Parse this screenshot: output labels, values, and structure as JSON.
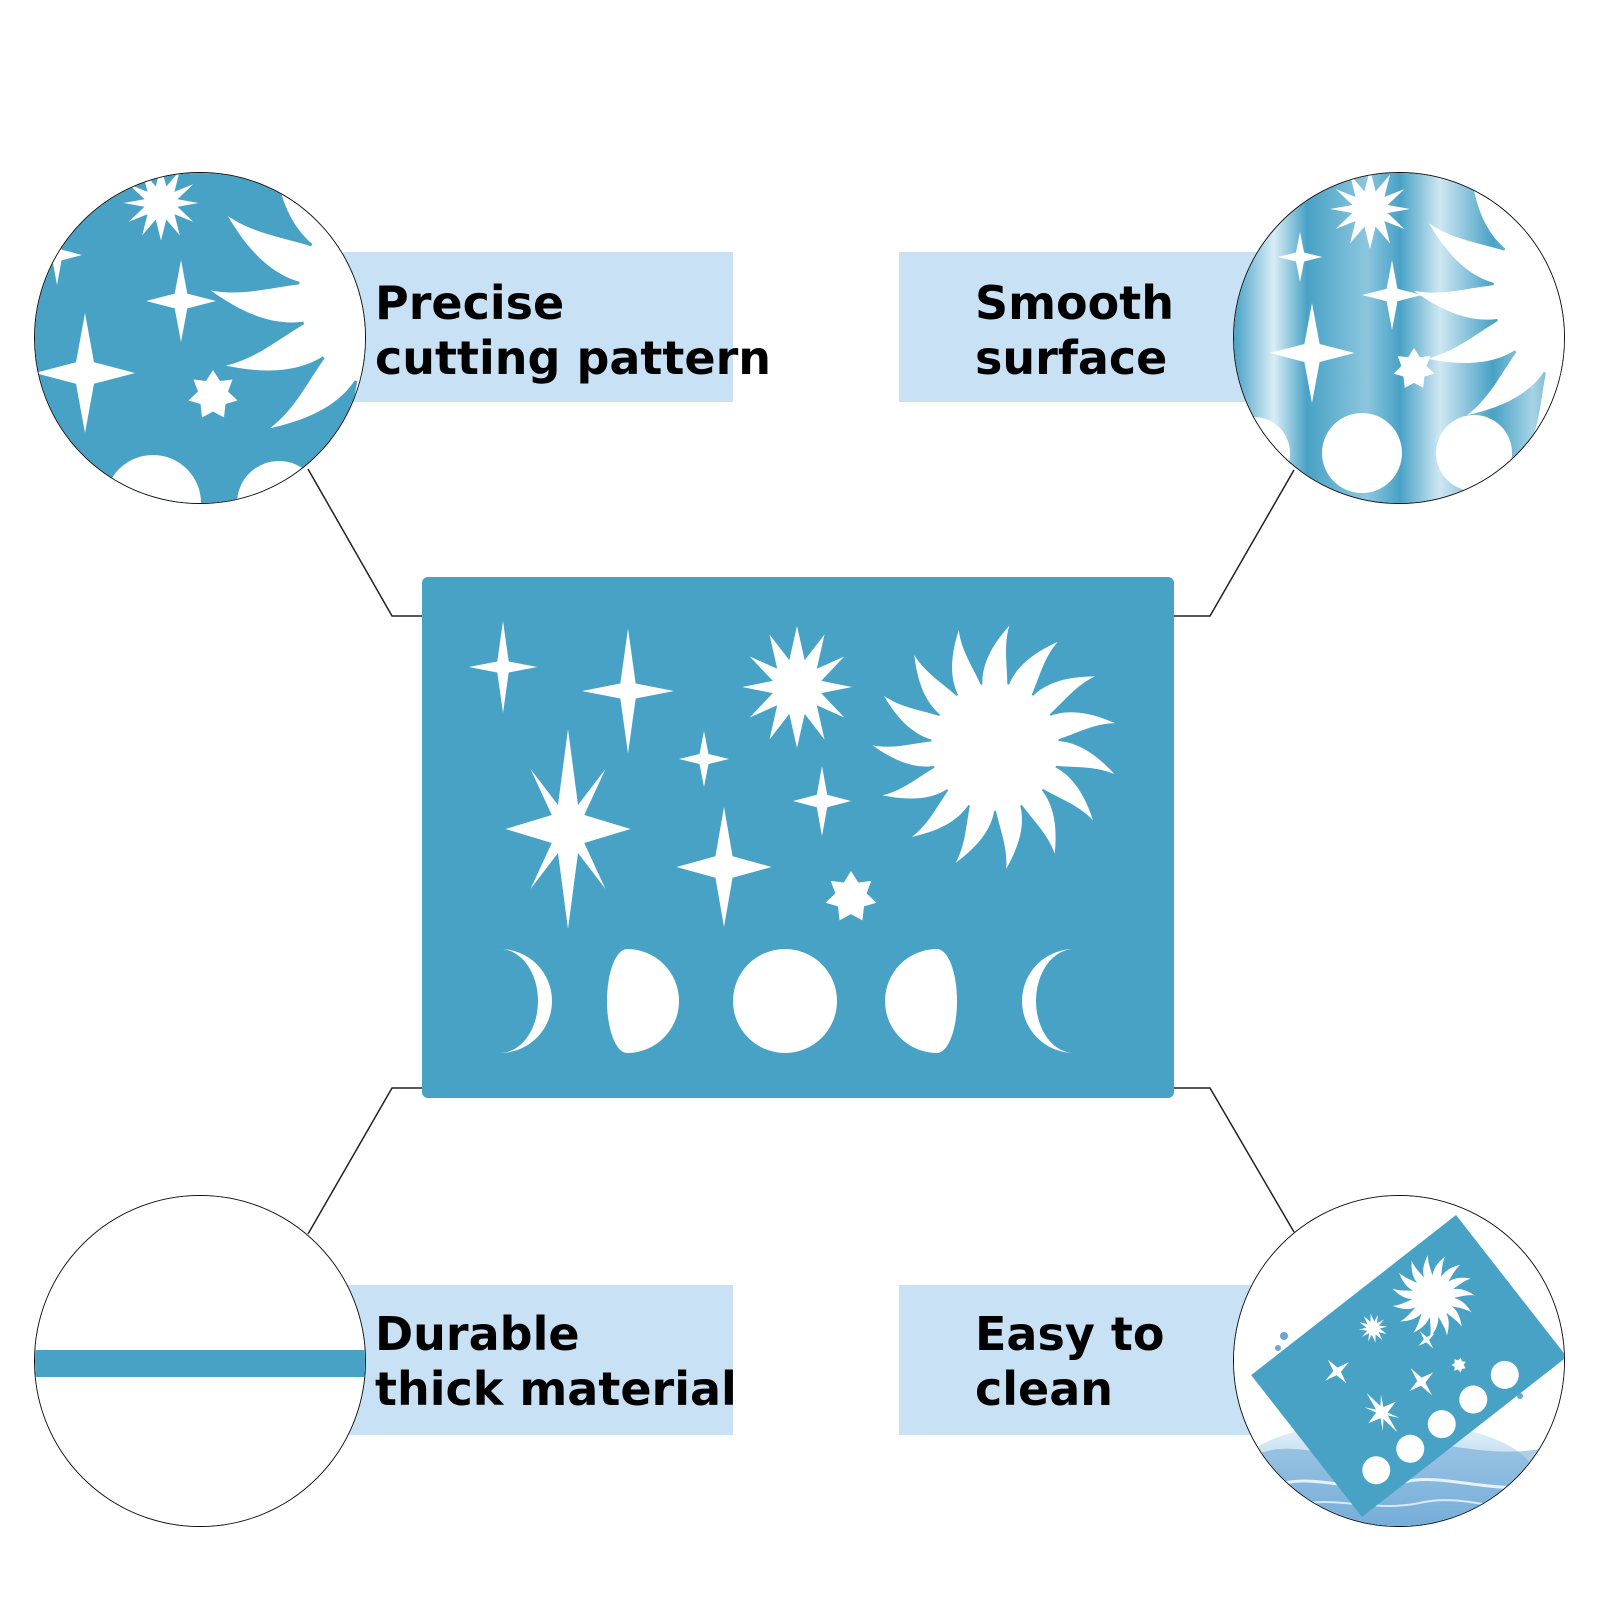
{
  "features": [
    {
      "id": "precise",
      "line1": "Precise",
      "line2": "cutting pattern"
    },
    {
      "id": "smooth",
      "line1": "Smooth",
      "line2": "surface"
    },
    {
      "id": "durable",
      "line1": "Durable",
      "line2": "thick material"
    },
    {
      "id": "clean",
      "line1": "Easy to",
      "line2": "clean"
    }
  ],
  "colors": {
    "stencil_blue": "#48a2c6",
    "label_bg": "#c9e1f4",
    "cutout": "#ffffff",
    "connector": "#222222"
  },
  "stencil": {
    "shapes": [
      "four-point-star",
      "eight-point-star",
      "burst-star",
      "sun-icon",
      "small-seven-point-star",
      "moon-phases"
    ]
  }
}
